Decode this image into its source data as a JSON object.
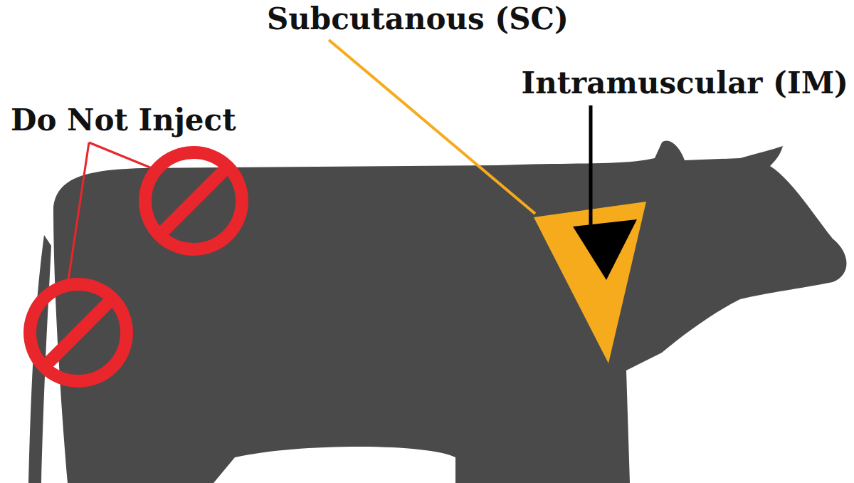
{
  "diagram": {
    "labels": [
      "Subcutanous (SC)",
      "Intramuscular (IM)",
      "Do Not Inject"
    ]
  }
}
